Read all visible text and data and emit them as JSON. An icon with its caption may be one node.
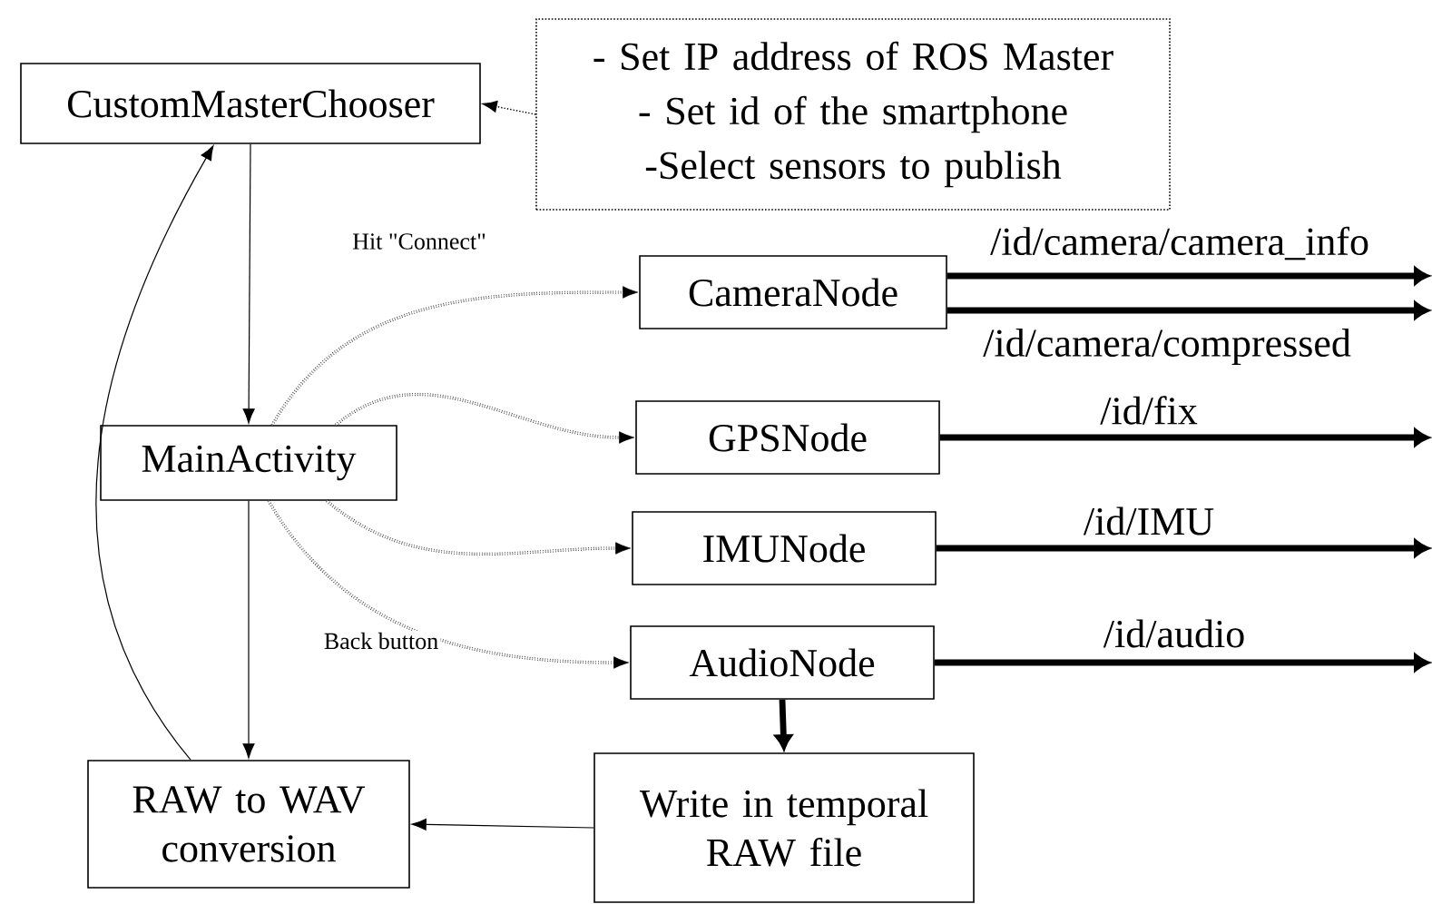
{
  "diagram": {
    "nodes": [
      {
        "text": [
          "CustomMasterChooser"
        ]
      },
      {
        "text": [
          "- Set IP address of ROS Master",
          "- Set id of the smartphone",
          "-Select sensors to publish"
        ]
      },
      {
        "text": [
          "MainActivity"
        ]
      },
      {
        "text": [
          "CameraNode"
        ]
      },
      {
        "text": [
          "GPSNode"
        ]
      },
      {
        "text": [
          "IMUNode"
        ]
      },
      {
        "text": [
          "AudioNode"
        ]
      },
      {
        "text": [
          "Write in temporal RAW file"
        ]
      },
      {
        "text": [
          "RAW to WAV conversion"
        ]
      }
    ],
    "edges": [
      {
        "from": 1,
        "to": 0,
        "arrow": "to",
        "style": "dashed"
      },
      {
        "from": 0,
        "to": 2,
        "arrow": "to",
        "label": "Hit \"Connect\""
      },
      {
        "from": 2,
        "to": 3,
        "arrow": "to",
        "style": "dashed"
      },
      {
        "from": 2,
        "to": 4,
        "arrow": "to",
        "style": "dashed"
      },
      {
        "from": 2,
        "to": 5,
        "arrow": "to",
        "style": "dashed"
      },
      {
        "from": 2,
        "to": 6,
        "arrow": "to",
        "style": "dashed",
        "label": "Back button"
      },
      {
        "from": 2,
        "to": 8,
        "arrow": "to"
      },
      {
        "from": 8,
        "to": 0,
        "arrow": "to"
      },
      {
        "from": 6,
        "to": 7,
        "arrow": "to",
        "style": "thick"
      },
      {
        "from": 7,
        "to": 8,
        "arrow": "to"
      },
      {
        "from": 3,
        "to": null,
        "arrow": "to",
        "style": "thick",
        "label": "/id/camera/camera_info"
      },
      {
        "from": 3,
        "to": null,
        "arrow": "to",
        "style": "thick",
        "label": "/id/camera/compressed"
      },
      {
        "from": 4,
        "to": null,
        "arrow": "to",
        "style": "thick",
        "label": "/id/fix"
      },
      {
        "from": 5,
        "to": null,
        "arrow": "to",
        "style": "thick",
        "label": "/id/IMU"
      },
      {
        "from": 6,
        "to": null,
        "arrow": "to",
        "style": "thick",
        "label": "/id/audio"
      }
    ]
  }
}
